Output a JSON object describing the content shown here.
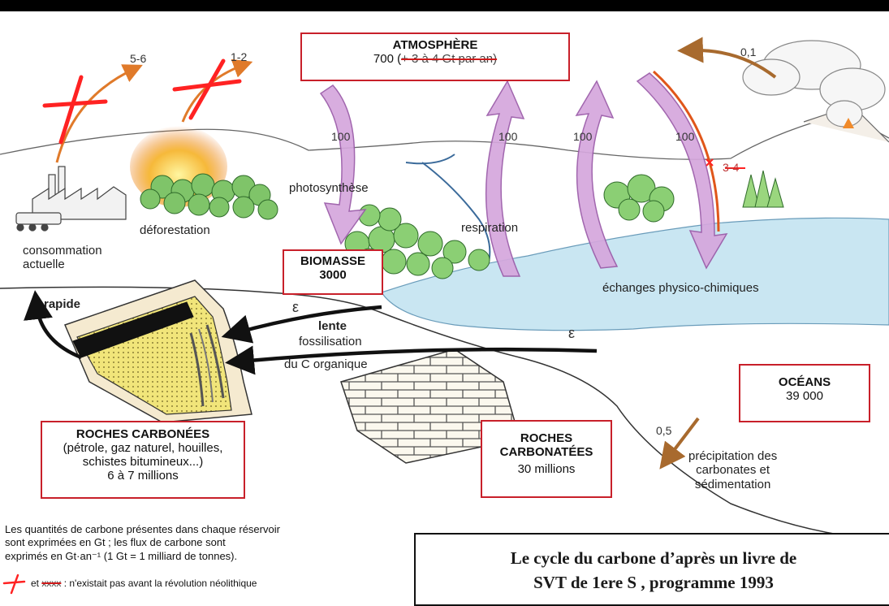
{
  "atmosphere": {
    "title": "ATMOSPHÈRE",
    "value": "700",
    "struck_note": "+ 3 à 4 Gt par an)"
  },
  "biomass": {
    "title": "BIOMASSE",
    "value": "3000"
  },
  "oceans": {
    "title": "OCÉANS",
    "value": "39 000"
  },
  "rocks_carbon": {
    "title": "ROCHES CARBONÉES",
    "line1": "(pétrole, gaz naturel, houilles,",
    "line2": "schistes bitumineux...)",
    "value": "6 à 7 millions"
  },
  "rocks_carbonate": {
    "title_line1": "ROCHES",
    "title_line2": "CARBONATÉES",
    "value": "30 millions"
  },
  "flows": {
    "consumption_value": "5-6",
    "deforestation_value": "1-2",
    "volcano_value": "0,1",
    "photosynthesis_value": "100",
    "respiration_value": "100",
    "exchange_up_value": "100",
    "exchange_down_value": "100",
    "struck_value": "3-4",
    "precipitation_value": "0,5",
    "epsilon_a": "ε",
    "epsilon_b": "ε"
  },
  "labels": {
    "consumption_line1": "consommation",
    "consumption_line2": "actuelle",
    "deforestation": "déforestation",
    "photosynthesis": "photosynthèse",
    "respiration": "respiration",
    "exchanges": "échanges physico-chimiques",
    "rapide": "rapide",
    "lente": "lente",
    "fossilisation": "fossilisation",
    "organic_carbon": "du C organique",
    "precipitation_line1": "précipitation des",
    "precipitation_line2": "carbonates et",
    "precipitation_line3": "sédimentation"
  },
  "legend": {
    "line1": "Les quantités de carbone présentes dans chaque réservoir",
    "line2": "sont exprimées en Gt ; les flux de carbone sont",
    "line3": "exprimés en Gt·an⁻¹ (1 Gt = 1 milliard de tonnes).",
    "key_text": "et",
    "key_struck": "xxxx",
    "key_note": ": n'existait pas avant la révolution néolithique"
  },
  "title": {
    "line1": "Le cycle du carbone d’après un livre de",
    "line2": "SVT de 1ere S , programme 1993"
  },
  "colors": {
    "box_border": "#c8202a",
    "cross": "#ff2222",
    "arrow_orange": "#e07a2a",
    "arrow_pink": "#c89ad0",
    "ocean": "#bfe0ee",
    "black_arrow": "#111111"
  }
}
